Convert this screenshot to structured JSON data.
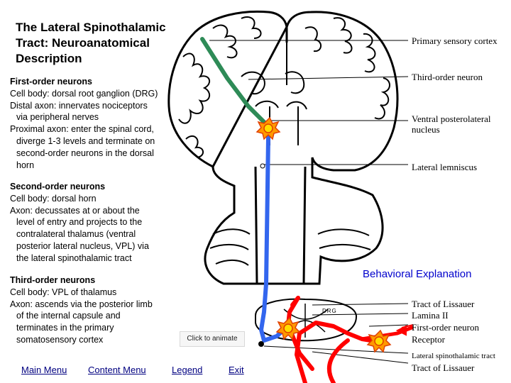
{
  "title": "The Lateral Spinothalamic\nTract: Neuroanatomical\nDescription",
  "first_order": {
    "heading": "First-order neurons",
    "lines": [
      {
        "text": "Cell body: dorsal root ganglion (DRG)",
        "indent": false
      },
      {
        "text": "Distal axon: innervates nociceptors",
        "indent": false
      },
      {
        "text": "via peripheral nerves",
        "indent": true
      },
      {
        "text": "Proximal axon: enter the spinal cord,",
        "indent": false
      },
      {
        "text": "diverge 1-3 levels and terminate on",
        "indent": true
      },
      {
        "text": "second-order neurons in the dorsal",
        "indent": true
      },
      {
        "text": "horn",
        "indent": true
      }
    ]
  },
  "second_order": {
    "heading": "Second-order neurons",
    "lines": [
      {
        "text": "Cell body: dorsal horn",
        "indent": false
      },
      {
        "text": "Axon: decussates at or about the",
        "indent": false
      },
      {
        "text": "level of entry and projects to the",
        "indent": true
      },
      {
        "text": "contralateral thalamus (ventral",
        "indent": true
      },
      {
        "text": "posterior lateral nucleus, VPL) via",
        "indent": true
      },
      {
        "text": "the lateral spinothalamic tract",
        "indent": true
      }
    ]
  },
  "third_order": {
    "heading": "Third-order neurons",
    "lines": [
      {
        "text": "Cell body: VPL of thalamus",
        "indent": false
      },
      {
        "text": "Axon: ascends via the posterior limb",
        "indent": false
      },
      {
        "text": "of the internal capsule and",
        "indent": true
      },
      {
        "text": "terminates in the primary",
        "indent": true
      },
      {
        "text": "somatosensory cortex",
        "indent": true
      }
    ]
  },
  "labels": {
    "primary_sensory_cortex": "Primary sensory cortex",
    "third_order_neuron": "Third-order neuron",
    "vpl_nucleus": "Ventral posterolateral\nnucleus",
    "lateral_lemniscus": "Lateral lemniscus",
    "tract_of_lissauer_1": "Tract of Lissauer",
    "lamina_ii": "Lamina II",
    "first_order_neuron": "First-order neuron",
    "receptor": "Receptor",
    "lateral_spinothalamic_tract": "Lateral spinothalamic tract",
    "tract_of_lissauer_2": "Tract of Lissauer",
    "drg": "DRG"
  },
  "behavioral_link": "Behavioral Explanation",
  "animate_button": "Click to animate",
  "nav": {
    "main_menu": "Main Menu",
    "content_menu": "Content Menu",
    "legend": "Legend",
    "exit": "Exit"
  },
  "colors": {
    "first_order": "#ff0000",
    "second_order": "#3366ee",
    "third_order": "#2e8b57",
    "neuron_body": "#ffdd00",
    "link": "#0000cc"
  }
}
